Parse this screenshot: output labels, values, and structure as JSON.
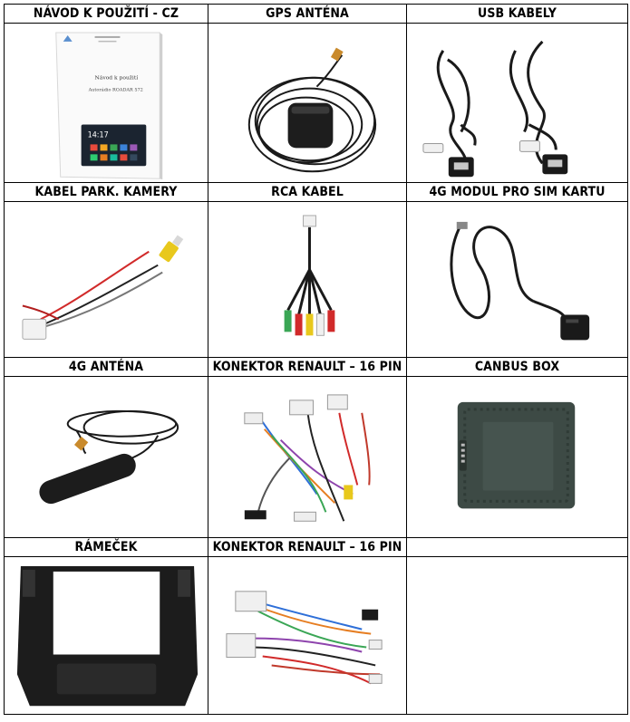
{
  "cells": [
    {
      "label": "NÁVOD K POUŽITÍ - CZ",
      "image": "manual-image"
    },
    {
      "label": "GPS ANTÉNA",
      "image": "gps-antenna-image"
    },
    {
      "label": "USB KABELY",
      "image": "usb-cables-image"
    },
    {
      "label": "KABEL PARK. KAMERY",
      "image": "parking-camera-cable-image"
    },
    {
      "label": "RCA KABEL",
      "image": "rca-cable-image"
    },
    {
      "label": "4G MODUL PRO SIM KARTU",
      "image": "4g-sim-module-image"
    },
    {
      "label": "4G ANTÉNA",
      "image": "4g-antenna-image"
    },
    {
      "label": "KONEKTOR RENAULT – 16 PIN",
      "image": "renault-connector-image"
    },
    {
      "label": "CANBUS BOX",
      "image": "canbus-box-image"
    },
    {
      "label": "RÁMEČEK",
      "image": "frame-image"
    },
    {
      "label": "KONEKTOR RENAULT – 16 PIN",
      "image": "renault-connector-image"
    },
    {
      "label": "",
      "image": ""
    }
  ],
  "manual": {
    "title": "Návod k použití",
    "subtitle": "Autorádio ROADAR 572",
    "screen_time": "14:17"
  },
  "colors": {
    "cable": "#1a1a1a",
    "border": "#000000",
    "header_text": "#000000"
  }
}
